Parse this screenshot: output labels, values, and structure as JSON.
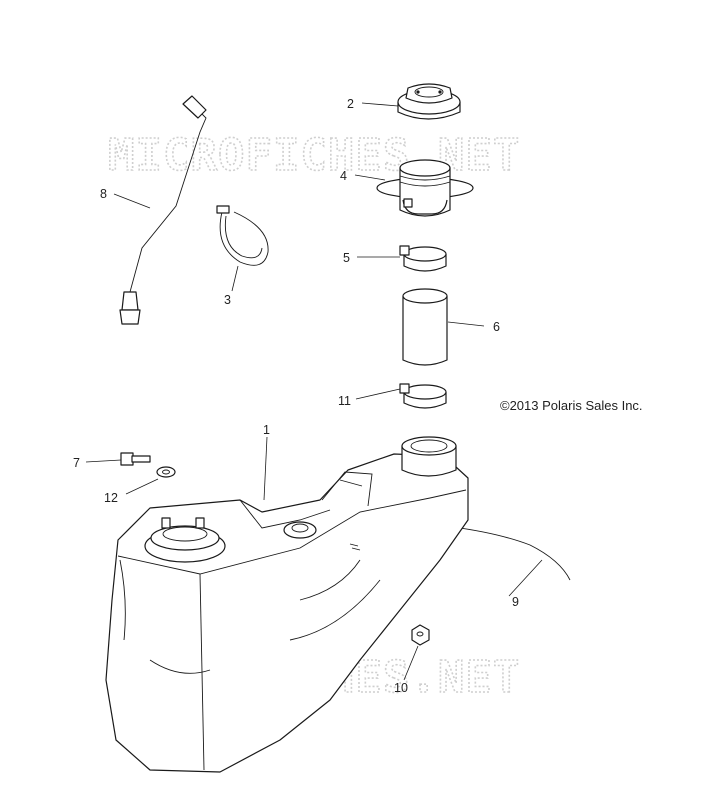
{
  "copyright": "©2013 Polaris Sales Inc.",
  "watermark": "MICROFICHES.NET",
  "callouts": {
    "p1": "1",
    "p2": "2",
    "p3": "3",
    "p4": "4",
    "p5": "5",
    "p6": "6",
    "p7": "7",
    "p8": "8",
    "p9": "9",
    "p10": "10",
    "p11": "11",
    "p12": "12"
  }
}
